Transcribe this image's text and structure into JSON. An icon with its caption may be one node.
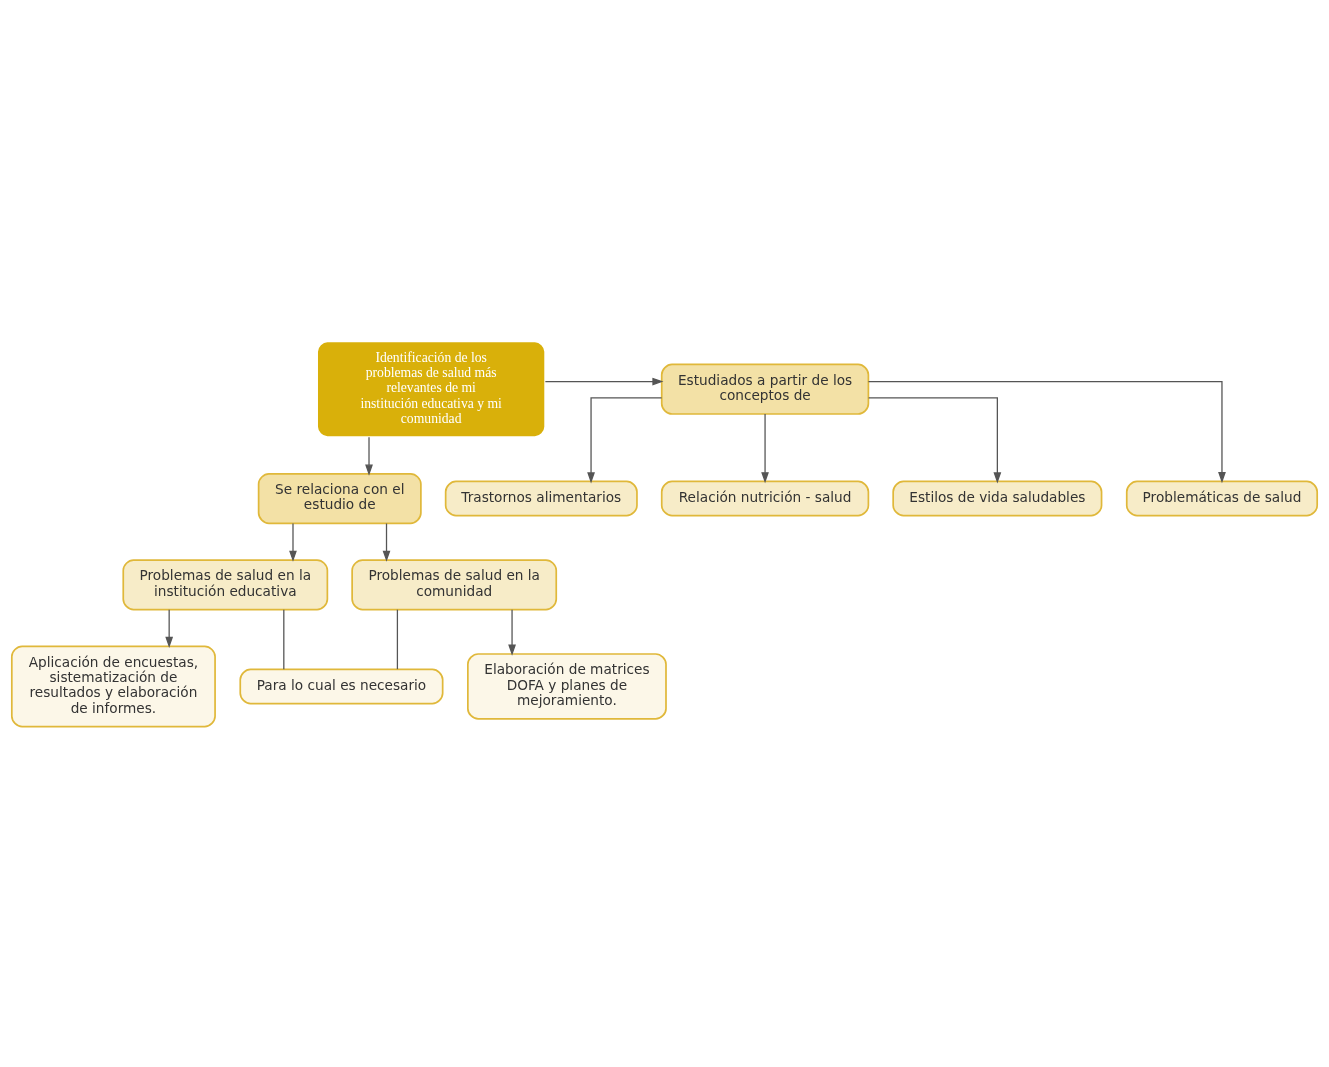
{
  "diagram": {
    "nodes": [
      {
        "text": [
          "Identificación de los problemas de salud más relevantes de mi institución educativa y mi comunidad"
        ]
      },
      {
        "text": [
          "Estudiados a partir de los conceptos de"
        ]
      },
      {
        "text": [
          "Trastornos alimentarios"
        ]
      },
      {
        "text": [
          "Relación nutrición - salud"
        ]
      },
      {
        "text": [
          "Estilos de vida saludables"
        ]
      },
      {
        "text": [
          "Problemáticas de salud"
        ]
      },
      {
        "text": [
          "Se relaciona con el estudio de"
        ]
      },
      {
        "text": [
          "Problemas de salud en la institución educativa"
        ]
      },
      {
        "text": [
          "Problemas de salud en la comunidad"
        ]
      },
      {
        "text": [
          "Para lo cual es necesario"
        ]
      },
      {
        "text": [
          "Aplicación de encuestas, sistematización de resultados y elaboración de informes."
        ]
      },
      {
        "text": [
          "Elaboración de matrices DOFA y planes de mejoramiento."
        ]
      }
    ],
    "edges": [
      {
        "from": 0,
        "to": 1,
        "arrow": "to"
      },
      {
        "from": 1,
        "to": 2,
        "arrow": "to"
      },
      {
        "from": 1,
        "to": 3,
        "arrow": "to"
      },
      {
        "from": 1,
        "to": 4,
        "arrow": "to"
      },
      {
        "from": 1,
        "to": 5,
        "arrow": "to"
      },
      {
        "from": 0,
        "to": 6,
        "arrow": "to"
      },
      {
        "from": 6,
        "to": 7,
        "arrow": "to"
      },
      {
        "from": 6,
        "to": 8,
        "arrow": "to"
      },
      {
        "from": 7,
        "to": 9,
        "arrow": "none"
      },
      {
        "from": 8,
        "to": 9,
        "arrow": "none"
      },
      {
        "from": 7,
        "to": 10,
        "arrow": "to"
      },
      {
        "from": 8,
        "to": 11,
        "arrow": "to"
      }
    ]
  }
}
